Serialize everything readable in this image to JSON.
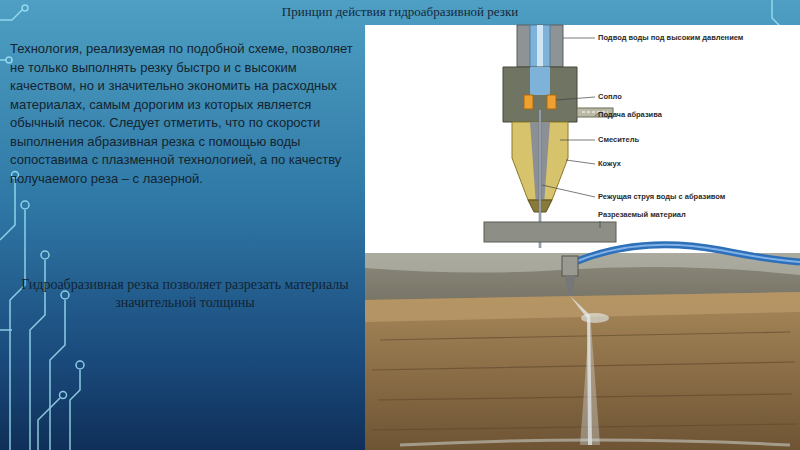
{
  "diagram": {
    "title": "Принцип действия гидроабразивной резки",
    "labels": [
      "Технология, реализуемая по подобной схеме, позволяет не только выполнять резку быстро и с высоким качеством, но и значительно экономить на расходных материалах, самым дорогим из которых является обычный песок. Следует отметить, что по скорости выполнения абразивная резка с помощью воды сопоставима с плазменной технологией, а по качеству получаемого реза – с лазерной.",
      "Гидроабразивная резка позволяет разрезать материалы значительной толщины",
      "Подвод воды под высоким давлением",
      "Сопло",
      "Подача абразива",
      "Смеситель",
      "Кожух",
      "Режущая струя воды с абразивом",
      "Разрезаемый материал"
    ]
  }
}
